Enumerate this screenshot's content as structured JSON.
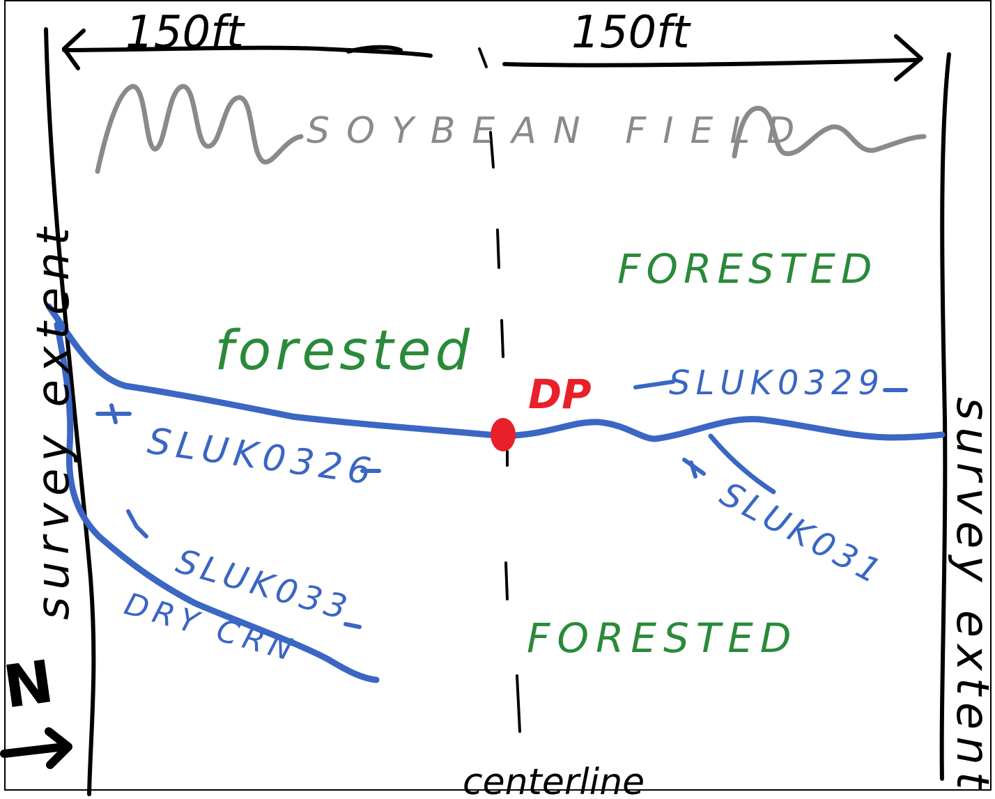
{
  "dimensions": {
    "left": "150ft",
    "right": "150ft"
  },
  "labels": {
    "soybean": "SOYBEAN FIELD",
    "forested_upper_right": "FORESTED",
    "forested_upper_left": "forested",
    "forested_lower_right": "FORESTED",
    "dp": "DP",
    "stream_right": "SLUK0329",
    "stream_left": "SLUK0326",
    "stream_branch_right": "SLUK031",
    "stream_branch_left": "SLUK033",
    "stream_branch_left_note": "DRY CRN",
    "survey_left": "survey extent",
    "survey_right": "survey extent",
    "centerline": "centerline",
    "north": "N"
  },
  "colors": {
    "stream": "#3a66c4",
    "forest_text": "#2a8a3a",
    "dp": "#e8202a",
    "field": "#8a8a8a",
    "ink": "#000000"
  }
}
